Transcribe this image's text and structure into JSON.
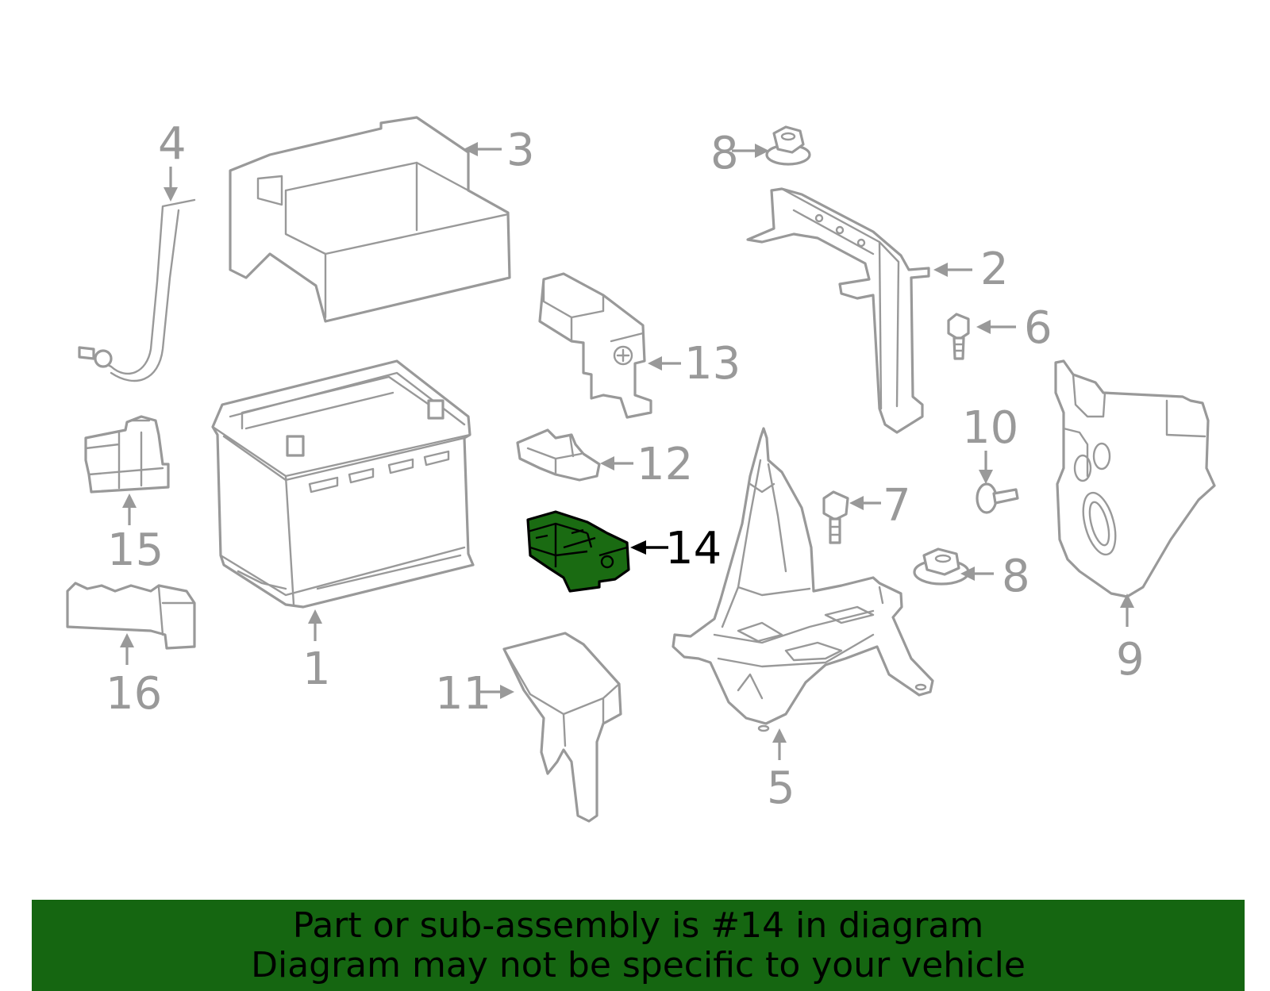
{
  "callouts": {
    "c1": "1",
    "c2": "2",
    "c3": "3",
    "c4": "4",
    "c5": "5",
    "c6": "6",
    "c7": "7",
    "c8a": "8",
    "c8b": "8",
    "c9": "9",
    "c10": "10",
    "c11": "11",
    "c12": "12",
    "c13": "13",
    "c14": "14",
    "c15": "15",
    "c16": "16"
  },
  "highlight": {
    "part_number": "14",
    "color": "#1a6b12",
    "banner_color": "#156611"
  },
  "banner": {
    "line1": "Part or sub-assembly is #14 in diagram",
    "line2": "Diagram may not be specific to your vehicle"
  }
}
